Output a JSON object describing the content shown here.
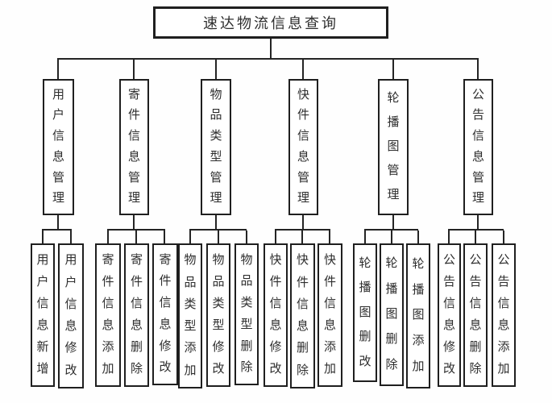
{
  "diagram": {
    "title": "速达物流信息查询",
    "groups": [
      {
        "parent": "用户信息管理",
        "children": [
          "用户信息新增",
          "用户信息修改"
        ]
      },
      {
        "parent": "寄件信息管理",
        "children": [
          "寄件信息添加",
          "寄件信息删除",
          "寄件信息修改"
        ]
      },
      {
        "parent": "物品类型管理",
        "children": [
          "物品类型添加",
          "物品类型修改",
          "物品类型删除"
        ]
      },
      {
        "parent": "快件信息管理",
        "children": [
          "快件信息修改",
          "快件信息删除",
          "快件信息添加"
        ]
      },
      {
        "parent": "轮播图管理",
        "children": [
          "轮播图删改",
          "轮播图删除",
          "轮播图添加"
        ]
      },
      {
        "parent": "公告信息管理",
        "children": [
          "公告信息修改",
          "公告信息删除",
          "公告信息添加"
        ]
      }
    ],
    "colors": {
      "line": "#242424",
      "box_border": "#1f1f1f",
      "background": "#fefefe",
      "text": "#2e2e2e"
    }
  }
}
